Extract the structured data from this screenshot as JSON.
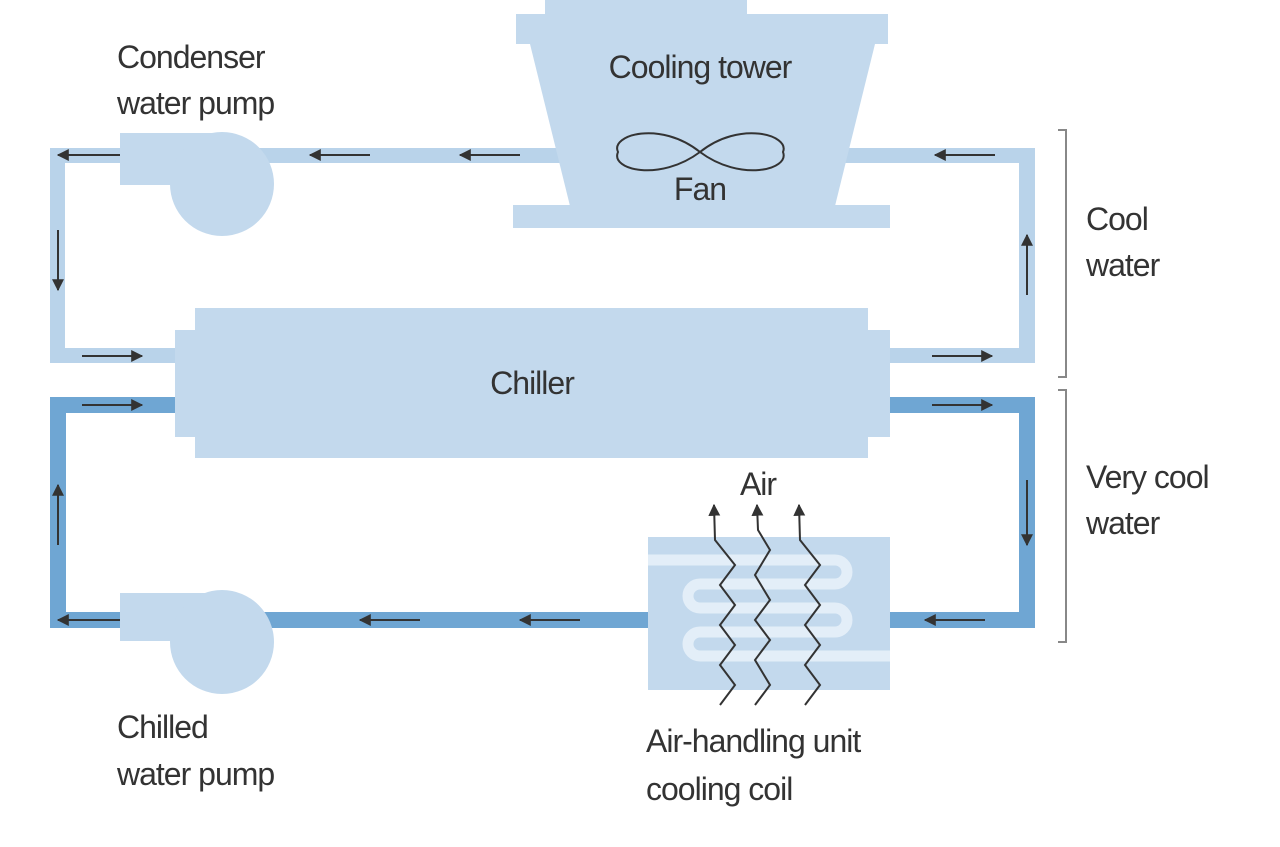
{
  "colors": {
    "component": "#c3d9ed",
    "condenser_pipe": "#b9d3ea",
    "chilled_pipe": "#6fa6d3",
    "coil_tube": "#e3eef8",
    "arrow": "#333333"
  },
  "labels": {
    "cooling_tower": "Cooling tower",
    "fan": "Fan",
    "condenser_pump_line1": "Condenser",
    "condenser_pump_line2": "water pump",
    "chiller": "Chiller",
    "cool_water_line1": "Cool",
    "cool_water_line2": "water",
    "very_cool_water_line1": "Very cool",
    "very_cool_water_line2": "water",
    "air": "Air",
    "ahu_line1": "Air-handling unit",
    "ahu_line2": "cooling coil",
    "chilled_pump_line1": "Chilled",
    "chilled_pump_line2": "water pump"
  }
}
